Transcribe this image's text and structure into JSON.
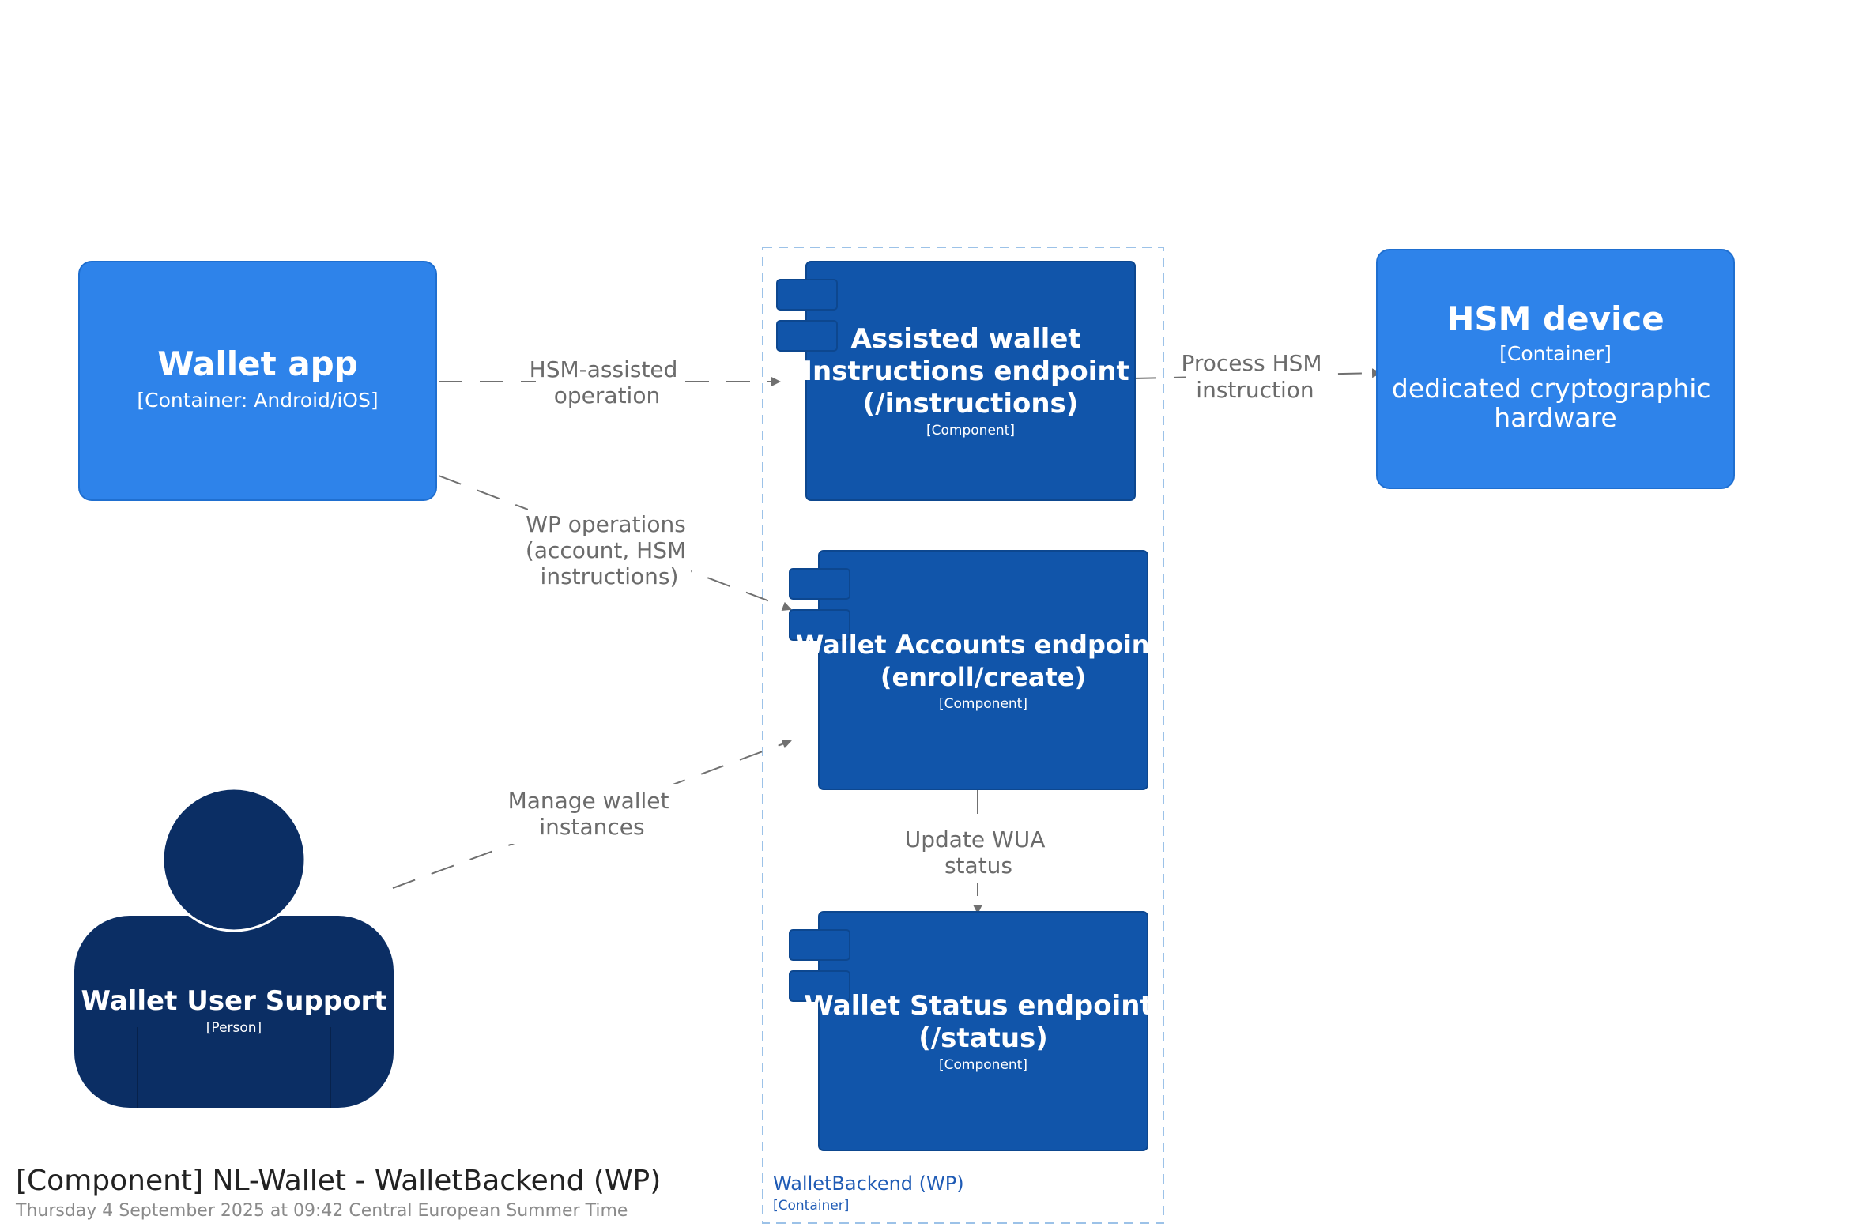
{
  "diagram": {
    "title": "[Component] NL-Wallet - WalletBackend (WP)",
    "date": "Thursday 4 September 2025 at 09:42 Central European Summer Time",
    "colors": {
      "container": "#2e83ea",
      "component": "#1155aa",
      "person": "#0b2e64",
      "boundary": "#9cc2e8",
      "edge": "#707070"
    },
    "boundary": {
      "name": "WalletBackend (WP)",
      "type": "[Container]"
    },
    "nodes": {
      "wallet_app": {
        "title": "Wallet app",
        "type": "[Container: Android/iOS]"
      },
      "hsm_device": {
        "title": "HSM device",
        "type": "[Container]",
        "description": [
          "dedicated cryptographic",
          "hardware"
        ]
      },
      "instructions": {
        "title": [
          "Assisted wallet",
          "Instructions endpoint",
          "(/instructions)"
        ],
        "type": "[Component]"
      },
      "accounts": {
        "title": [
          "Wallet Accounts endpoint",
          "(enroll/create)"
        ],
        "type": "[Component]"
      },
      "status": {
        "title": [
          "Wallet Status endpoint",
          "(/status)"
        ],
        "type": "[Component]"
      },
      "support": {
        "title": "Wallet User Support",
        "type": "[Person]"
      }
    },
    "edges": {
      "hsm_assisted": [
        "HSM-assisted",
        "operation"
      ],
      "process_hsm": [
        "Process HSM",
        "instruction"
      ],
      "wp_operations": [
        "WP operations",
        "(account, HSM",
        "instructions)"
      ],
      "manage_wallet": [
        "Manage wallet",
        "instances"
      ],
      "update_wua": [
        "Update WUA",
        "status"
      ]
    }
  }
}
